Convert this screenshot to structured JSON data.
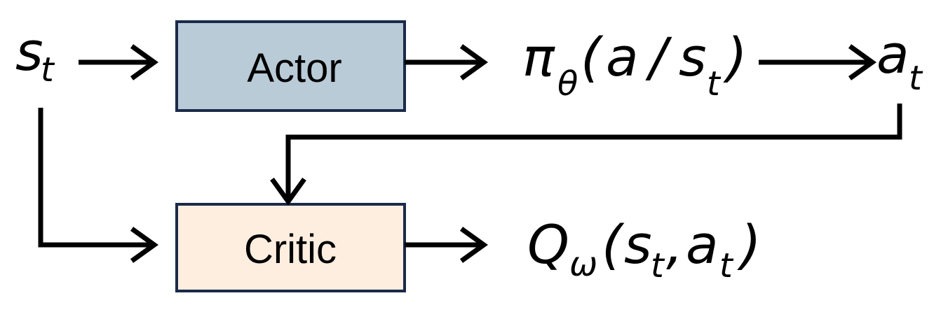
{
  "nodes": {
    "state": {
      "symbol": "s",
      "subscript": "t"
    },
    "actor": {
      "label": "Actor",
      "fill": "#b9cbd7",
      "stroke": "#1b2a4a"
    },
    "policy": {
      "symbol": "π",
      "subscript": "θ",
      "open": "(",
      "arg1": "a",
      "sep": "/",
      "arg2": "s",
      "arg2_sub": "t",
      "close": ")"
    },
    "action": {
      "symbol": "a",
      "subscript": "t"
    },
    "critic": {
      "label": "Critic",
      "fill": "#fdeee0",
      "stroke": "#1b2a4a"
    },
    "q_value": {
      "symbol": "Q",
      "subscript": "ω",
      "open": "(",
      "arg1": "s",
      "arg1_sub": "t",
      "sep": ",",
      "arg2": "a",
      "arg2_sub": "t",
      "close": ")"
    }
  },
  "edges": [
    {
      "from": "state",
      "to": "actor"
    },
    {
      "from": "actor",
      "to": "policy"
    },
    {
      "from": "policy",
      "to": "action"
    },
    {
      "from": "action",
      "to": "critic"
    },
    {
      "from": "state",
      "to": "critic"
    },
    {
      "from": "critic",
      "to": "q_value"
    }
  ]
}
